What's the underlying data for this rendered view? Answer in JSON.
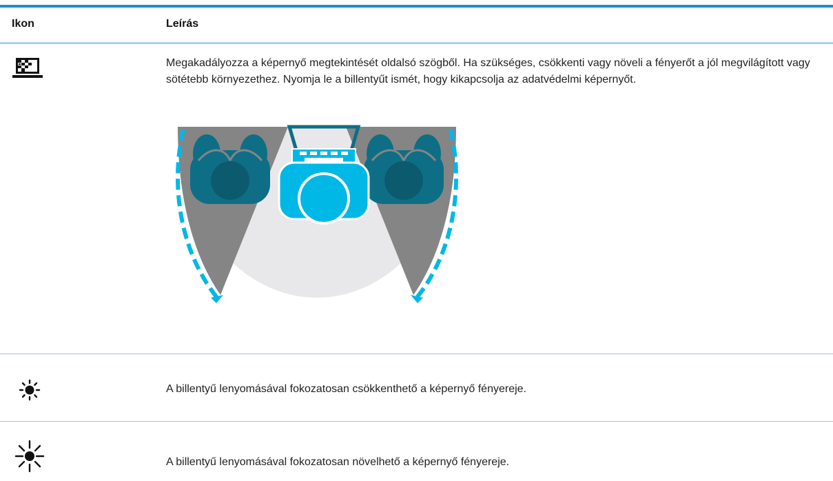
{
  "table": {
    "header": {
      "icon_label": "Ikon",
      "description_label": "Leírás"
    },
    "rows": [
      {
        "icon": "privacy-screen-icon",
        "description": "Megakadályozza a képernyő megtekintését oldalsó szögből. Ha szükséges, csökkenti vagy növeli a fényerőt a jól megvilágított vagy sötétebb környezethez. Nyomja le a billentyűt ismét, hogy kikapcsolja az adatvédelmi képernyőt."
      },
      {
        "icon": "brightness-down-icon",
        "description": "A billentyű lenyomásával fokozatosan csökkenthető a képernyő fényereje."
      },
      {
        "icon": "brightness-up-icon",
        "description": "A billentyű lenyomásával fokozatosan növelhető a képernyő fényereje."
      }
    ]
  },
  "colors": {
    "accent": "#1a8fd1",
    "illustration_cyan": "#00b8e6",
    "illustration_teal": "#0e6e86",
    "illustration_gray": "#858585",
    "illustration_light": "#e8e8ea"
  }
}
